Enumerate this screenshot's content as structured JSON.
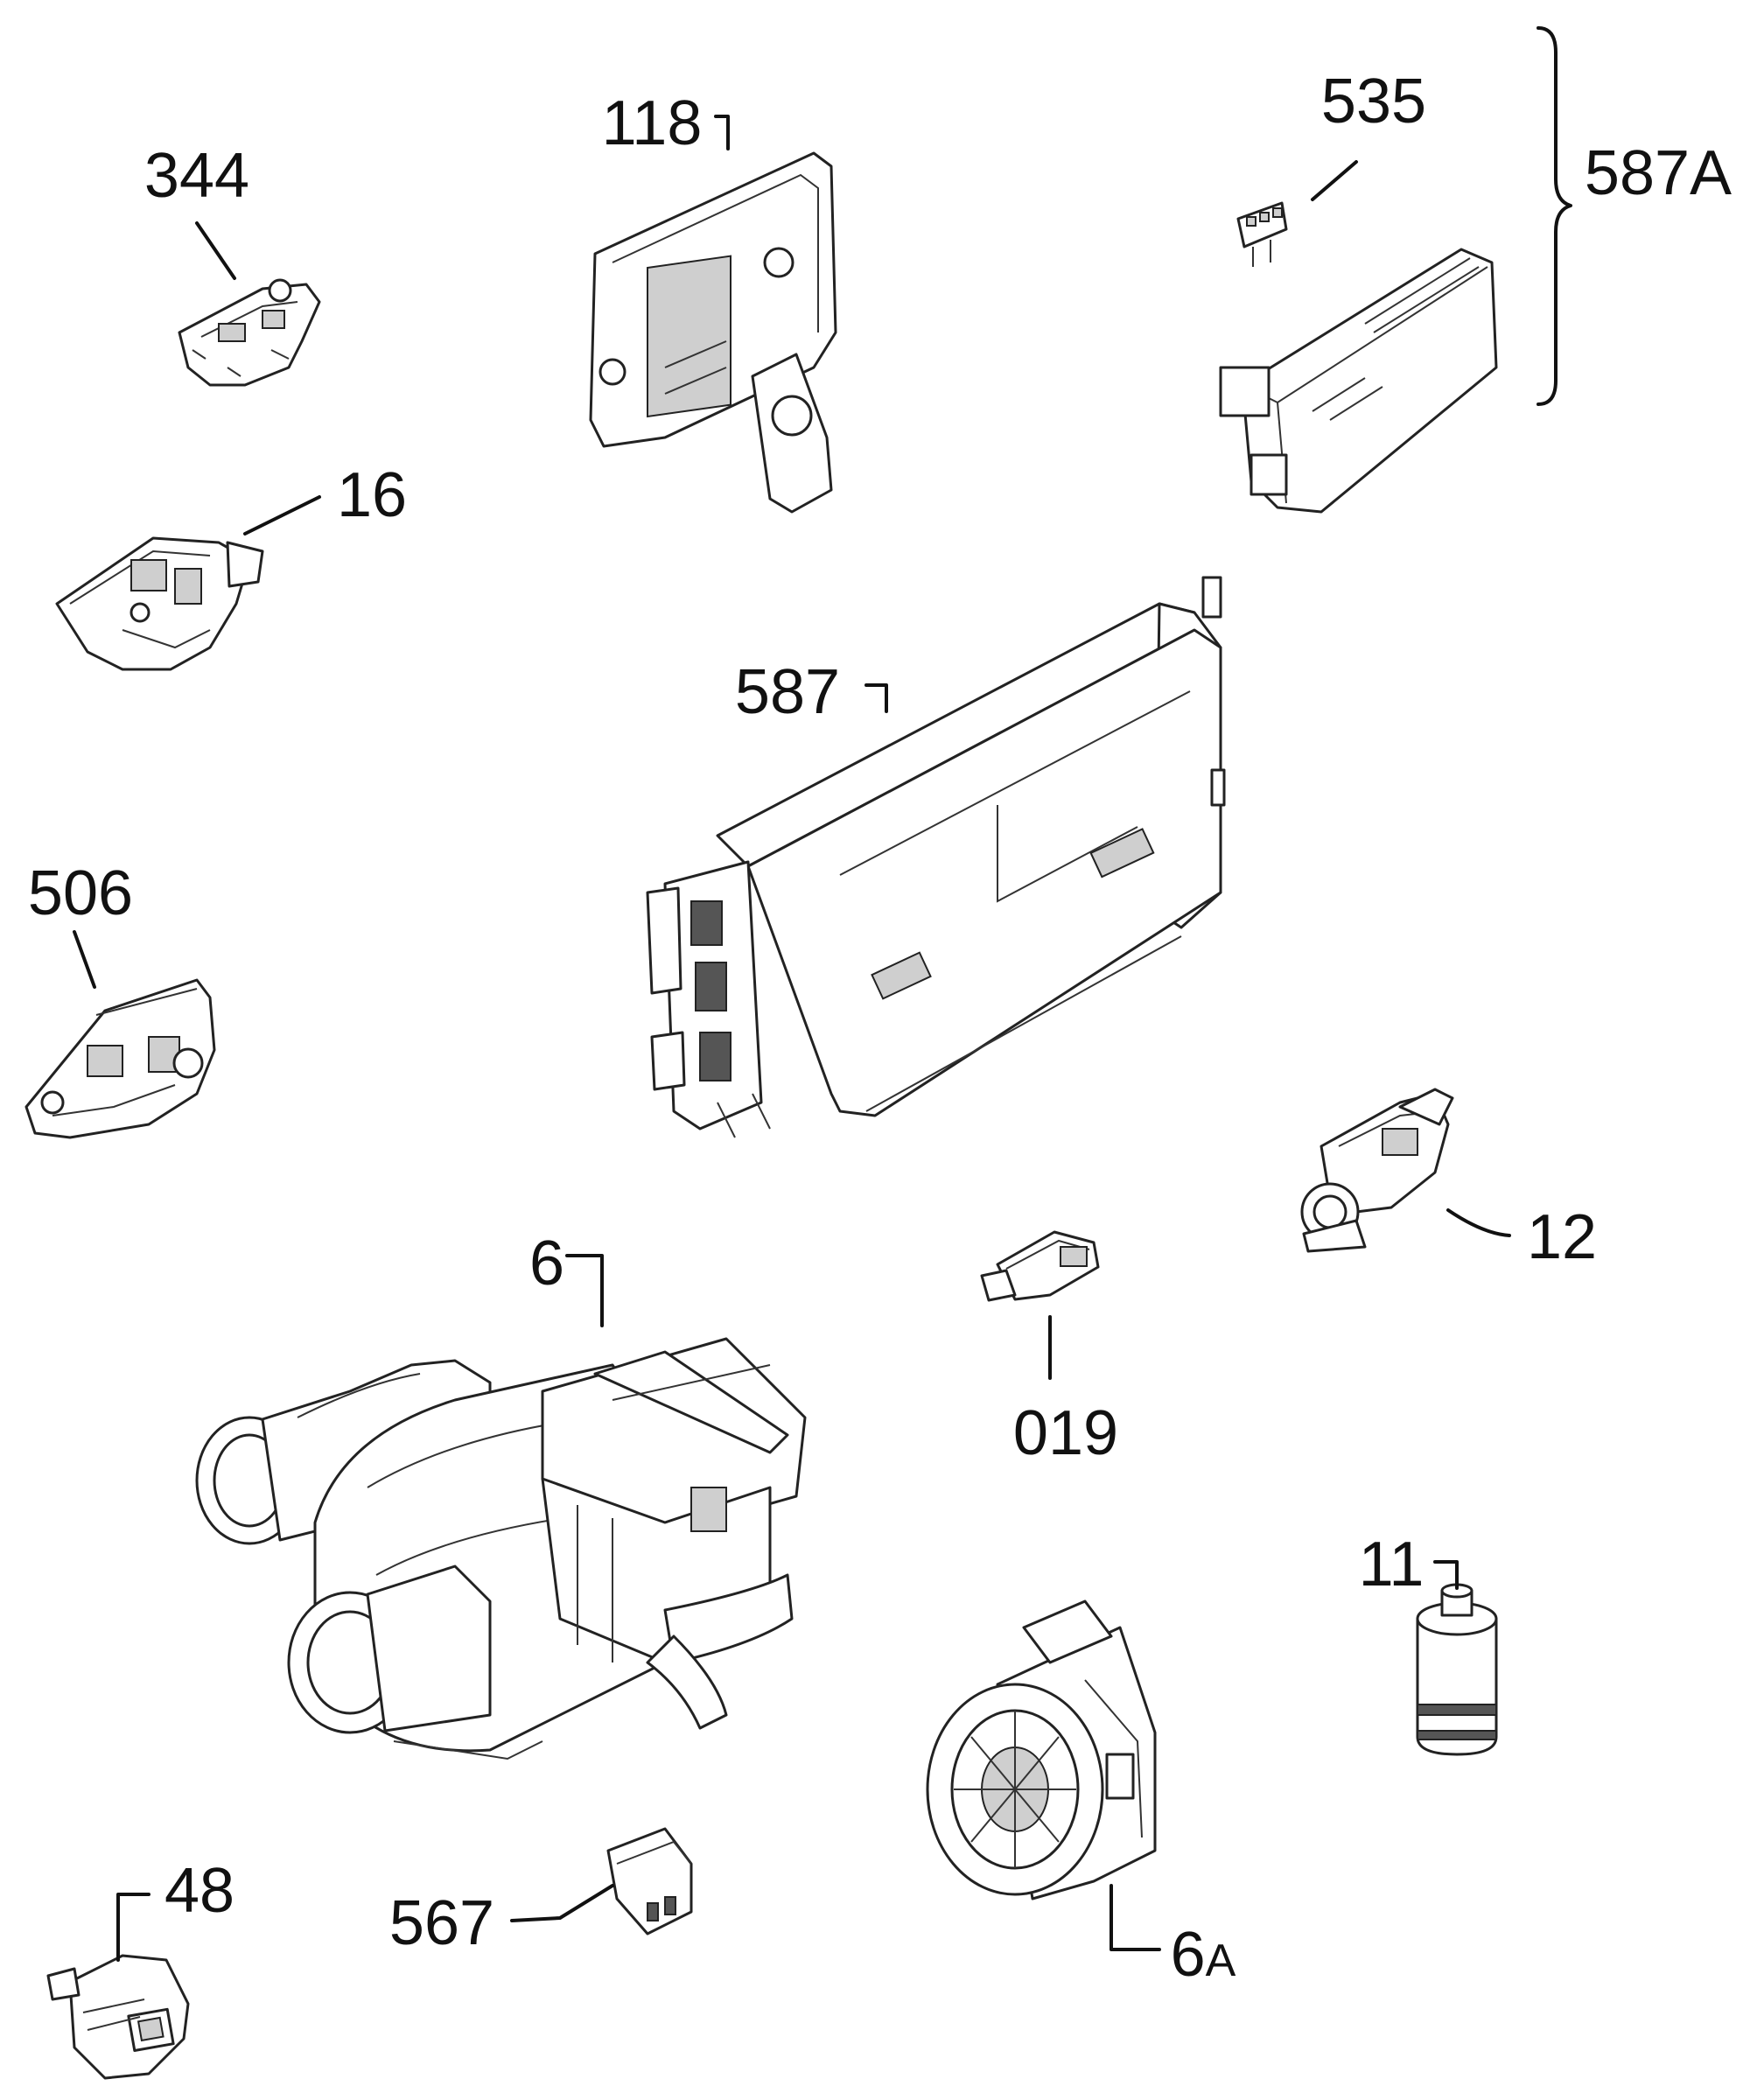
{
  "diagram": {
    "parts": [
      {
        "id": "p344",
        "label": "344"
      },
      {
        "id": "p118",
        "label": "118"
      },
      {
        "id": "p535",
        "label": "535"
      },
      {
        "id": "p587A",
        "label": "587A"
      },
      {
        "id": "p16",
        "label": "16"
      },
      {
        "id": "p587",
        "label": "587"
      },
      {
        "id": "p506",
        "label": "506"
      },
      {
        "id": "p12",
        "label": "12"
      },
      {
        "id": "p6",
        "label": "6"
      },
      {
        "id": "p019",
        "label": "019"
      },
      {
        "id": "p11",
        "label": "11"
      },
      {
        "id": "p48",
        "label": "48"
      },
      {
        "id": "p567",
        "label": "567"
      },
      {
        "id": "p6A",
        "label": "6",
        "suffix": "A"
      }
    ]
  }
}
